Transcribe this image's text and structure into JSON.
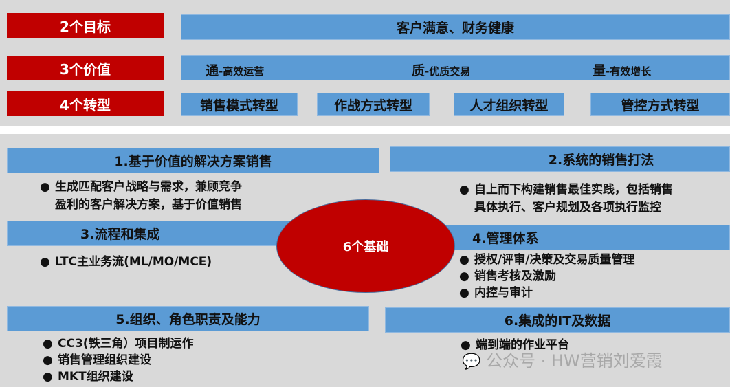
{
  "top": {
    "goals": {
      "label": "2个目标",
      "value": "客户满意、财务健康"
    },
    "values": {
      "label": "3个价值",
      "items": [
        {
          "main": "通",
          "sub": "-高效运营"
        },
        {
          "main": "质",
          "sub": "-优质交易"
        },
        {
          "main": "量",
          "sub": "-有效增长"
        }
      ]
    },
    "transforms": {
      "label": "4个转型",
      "items": [
        "销售模式转型",
        "作战方式转型",
        "人才组织转型",
        "管控方式转型"
      ]
    }
  },
  "center": "6个基础",
  "foundations": [
    {
      "title": "1.基于价值的解决方案销售",
      "bullets": [
        "生成匹配客户战略与需求，兼顾竞争",
        "盈利的客户解决方案，基于价值销售"
      ]
    },
    {
      "title": "2.系统的销售打法",
      "bullets": [
        "自上而下构建销售最佳实践，包括销售",
        "具体执行、客户规划及各项执行监控"
      ]
    },
    {
      "title": "3.流程和集成",
      "bullets": [
        "LTC主业务流(ML/MO/MCE)"
      ]
    },
    {
      "title": "4.管理体系",
      "bullets": [
        "授权/评审/决策及交易质量管理",
        "销售考核及激励",
        "内控与审计"
      ]
    },
    {
      "title": "5.组织、角色职责及能力",
      "bullets": [
        "CC3(铁三角）项目制运作",
        "销售管理组织建设",
        "MKT组织建设"
      ]
    },
    {
      "title": "6.集成的IT及数据",
      "bullets": [
        "端到端的作业平台"
      ]
    }
  ],
  "watermark": "公众号 · HW营销刘爱霞",
  "colors": {
    "red": "#c00000",
    "blue": "#5b9bd5",
    "bg": "#d9d9d9"
  }
}
